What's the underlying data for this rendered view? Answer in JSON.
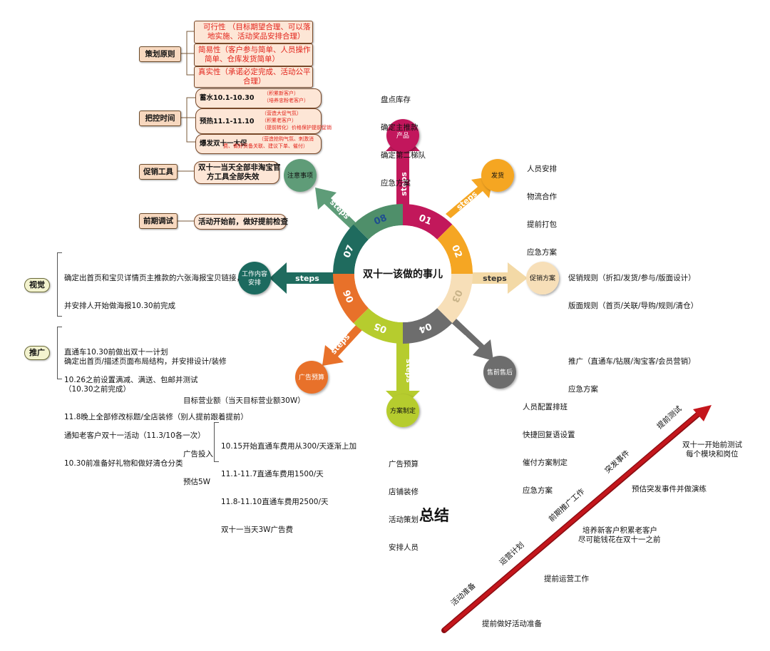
{
  "center": {
    "title": "双十一该做的事儿"
  },
  "steps_word": "steps",
  "segments": [
    {
      "num": "01",
      "color": "#c2185b"
    },
    {
      "num": "02",
      "color": "#f5a623"
    },
    {
      "num": "03",
      "color": "#f7dfb8"
    },
    {
      "num": "04",
      "color": "#6d6d6d"
    },
    {
      "num": "05",
      "color": "#b6cc2e"
    },
    {
      "num": "06",
      "color": "#e8712a"
    },
    {
      "num": "07",
      "color": "#1f6b5e"
    },
    {
      "num": "08",
      "color": "#4f8f6a"
    }
  ],
  "nodes": {
    "product": {
      "label": "产品",
      "lines": [
        "盘点库存",
        "确定主推款",
        "确定第二梯队",
        "应急方案"
      ]
    },
    "shipping": {
      "label": "发货",
      "lines": [
        "人员安排",
        "物流合作",
        "提前打包",
        "应急方案"
      ]
    },
    "promo_plan": {
      "label": "促销方案",
      "lines": [
        "促销规则（折扣/发货/参与/版面设计）",
        "版面规则（首页/关联/导购/规则/清仓）",
        "",
        "推广（直通车/钻展/淘宝客/会员营销）",
        "应急方案"
      ]
    },
    "after_sales": {
      "label": "售前售后",
      "lines": [
        "人员配置排班",
        "快捷回复语设置",
        "催付方案制定",
        "应急方案"
      ]
    },
    "plan": {
      "label": "方案制定",
      "lines": [
        "广告预算",
        "店铺装修",
        "活动策划",
        "安排人员"
      ]
    },
    "ad_budget": {
      "label": "广告预算",
      "target": "目标营业额（当天目标营业额30W）",
      "invest": [
        "广告投入",
        "预估5W"
      ],
      "lines": [
        "10.15开始直通车费用从300/天逐渐上加",
        "11.1-11.7直通车费用1500/天",
        "11.8-11.10直通车费用2500/天",
        "双十一当天3W广告费"
      ]
    },
    "content": {
      "label": "工作内容安排",
      "visual_tag": "视觉",
      "visual_lines": [
        "确定出首页和宝贝详情页主推款的六张海报宝贝链接，",
        "并安排人开始做海报10.30前完成",
        "",
        "确定出首页/描述页面布局结构，并安排设计/装修",
        "（10.30之前完成）",
        "11.8晚上全部修改标题/全店装修（别人提前跟着提前）"
      ],
      "promo_tag": "推广",
      "promo_lines": [
        "直通车10.30前做出双十一计划",
        "10.26之前设置满减、满送、包邮并测试",
        "",
        "通知老客户双十一活动（11.3/10各一次）",
        "10.30前准备好礼物和做好清仓分类"
      ]
    },
    "notes": {
      "label": "注意事项"
    }
  },
  "left_tree": {
    "principles": {
      "label": "策划原则",
      "items": [
        [
          "可行性 （目标期望合理、可以落",
          "地实施、活动奖品安排合理）"
        ],
        [
          "简易性（客户参与简单、人员操作",
          "简单、仓库发货简单）"
        ],
        [
          "真实性（承诺必定完成、活动公平",
          "合理）"
        ]
      ]
    },
    "timing": {
      "label": "把控时间",
      "items": [
        {
          "title": "蓄水10.1-10.30",
          "notes": [
            "（积累新客户）",
            "（培养忠粉老客户）"
          ]
        },
        {
          "title": "预热11.1-11.10",
          "notes": [
            "（营造大促气氛）",
            "（积累老客户）",
            "（提前转化）价格保护提前促销"
          ]
        },
        {
          "title": "爆发双十一大促",
          "notes": [
            "（营造抢购气氛、刺激消",
            "费、做好货备关联、建议下单、催付）"
          ]
        }
      ]
    },
    "tools": {
      "label": "促销工具",
      "items": [
        "双十一当天全部非淘宝官",
        "方工具全部失效"
      ]
    },
    "debug": {
      "label": "前期调试",
      "items": [
        "活动开始前，做好提前检查"
      ]
    }
  },
  "summary": {
    "title": "总结",
    "arrow_color": "#c4161c",
    "stages": [
      "活动准备",
      "运营计划",
      "前期推广工作",
      "突发事件",
      "提前测试"
    ],
    "notes": [
      "提前做好活动准备",
      "提前运营工作",
      "培养新客户积累老客户",
      "尽可能钱花在双十一之前",
      "预估突发事件并做演练",
      "双十一开始前测试",
      "每个模块和岗位"
    ]
  }
}
